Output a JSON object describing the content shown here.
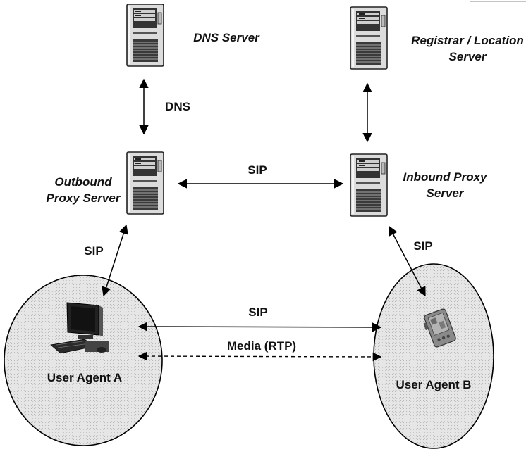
{
  "servers": {
    "dns": {
      "label": "DNS Server"
    },
    "registrar": {
      "label_line1": "Registrar / Location",
      "label_line2": "Server"
    },
    "outbound": {
      "label_line1": "Outbound",
      "label_line2": "Proxy Server"
    },
    "inbound": {
      "label_line1": "Inbound Proxy",
      "label_line2": "Server"
    }
  },
  "clients": {
    "a": {
      "label": "User Agent A",
      "device": "desktop-computer"
    },
    "b": {
      "label": "User Agent B",
      "device": "pda"
    }
  },
  "links": {
    "dns": "DNS",
    "proxy_sip": "SIP",
    "a_sip": "SIP",
    "b_sip": "SIP",
    "ua_sip": "SIP",
    "media": "Media (RTP)"
  },
  "colors": {
    "ellipse_fill": "#e3e3e3",
    "server_body": "#d9d9d9",
    "line": "#000000"
  }
}
